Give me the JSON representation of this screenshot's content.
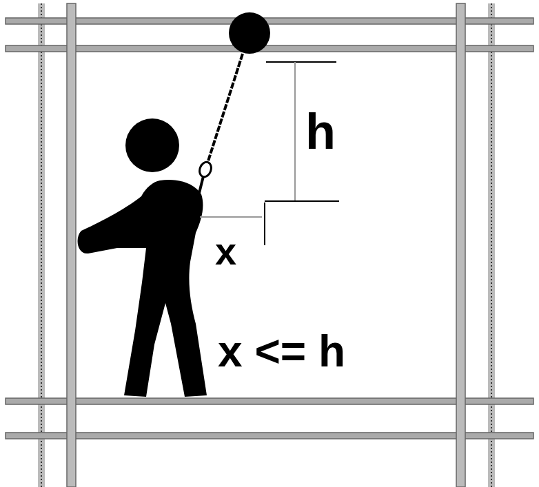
{
  "diagram": {
    "labels": [
      "h",
      "x",
      "x <= h"
    ]
  }
}
